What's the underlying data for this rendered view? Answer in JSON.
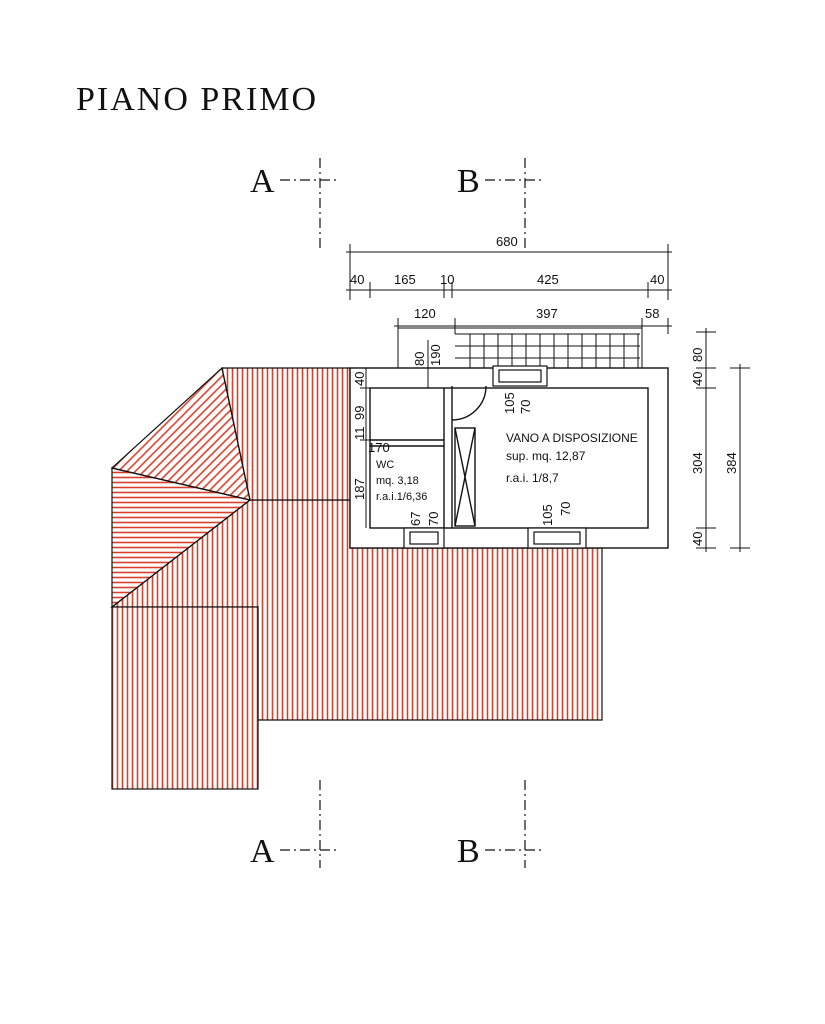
{
  "title": "PIANO PRIMO",
  "sections": {
    "a": "A",
    "b": "B"
  },
  "dims": {
    "total": "680",
    "d40a": "40",
    "d165": "165",
    "d10": "10",
    "d425": "425",
    "d40b": "40",
    "d120": "120",
    "d397": "397",
    "d58": "58",
    "d80": "80",
    "d190": "190",
    "d40c": "40",
    "d99": "99",
    "d11": "11",
    "d170": "170",
    "d187": "187",
    "w105a": "105",
    "w70a": "70",
    "w67": "67",
    "w70b": "70",
    "w105b": "105",
    "w70c": "70",
    "r80": "80",
    "r40a": "40",
    "r304": "304",
    "r40b": "40",
    "r384": "384"
  },
  "rooms": {
    "vano": {
      "name": "VANO A DISPOSIZIONE",
      "sup": "sup. mq. 12,87",
      "rai": "r.a.i.  1/8,7"
    },
    "wc": {
      "name": "WC",
      "sup": "mq. 3,18",
      "rai": "r.a.i.1/6,36"
    }
  },
  "colors": {
    "roof": "#d9402b",
    "line": "#111111"
  }
}
